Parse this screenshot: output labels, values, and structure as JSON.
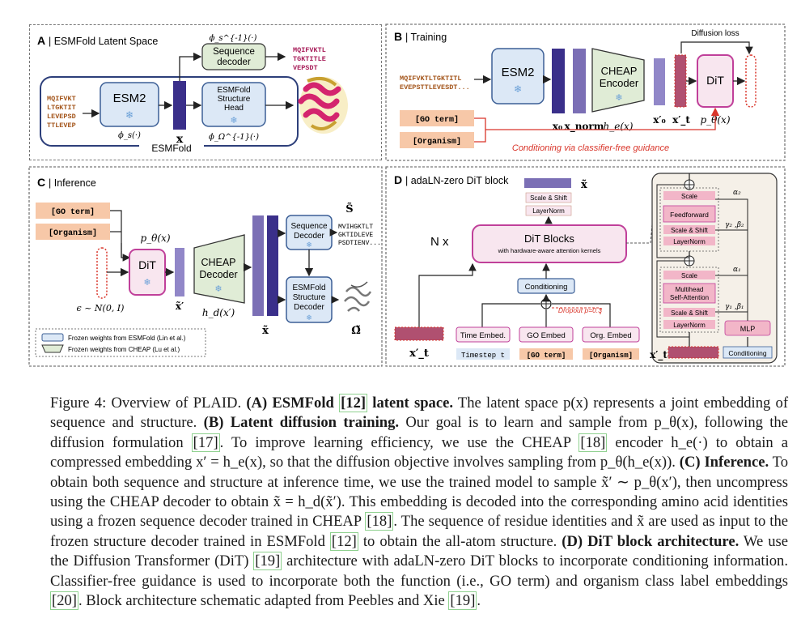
{
  "panelA": {
    "letter": "A",
    "title": "| ESMFold Latent Space",
    "seq_in": [
      "MQIFVKT",
      "LTGKTIT",
      "LEVEPSD",
      "TTLEVEP"
    ],
    "esm2": "ESM2",
    "phi_s": "ϕ_s(·)",
    "x": "x",
    "seq_decoder": "Sequence decoder",
    "phi_s_inv": "ϕ_s^{-1}(·)",
    "seq_out": [
      "MQIFVKTL",
      "TGKTITLE",
      "VEPSDT"
    ],
    "head": [
      "ESMFold",
      "Structure",
      "Head"
    ],
    "phi_omega_inv": "ϕ_Ω^{-1}(·)",
    "esmfold": "ESMFold"
  },
  "panelB": {
    "letter": "B",
    "title": "| Training",
    "seq": [
      "MQIFVKTLTGKTITL",
      "EVEPSTTLEVESDT..."
    ],
    "esm2": "ESM2",
    "x0": "x₀",
    "xnorm": "x_norm",
    "encoder": [
      "CHEAP",
      "Encoder"
    ],
    "he": "h_e(x)",
    "x0p": "x′₀",
    "xtp": "x′_t",
    "dit": "DiT",
    "ptheta": "p_θ(x)",
    "diffusion_loss": "Diffusion loss",
    "go": "[GO term]",
    "organism": "[Organism]",
    "conditioning": "Conditioning via classifier-free guidance"
  },
  "panelC": {
    "letter": "C",
    "title": "| Inference",
    "go": "[GO term]",
    "organism": "[Organism]",
    "ptheta": "p_θ(x)",
    "dit": "DiT",
    "eps": "ϵ ~ N(0, I)",
    "xtilde_p": "x̃′",
    "decoder": [
      "CHEAP",
      "Decoder"
    ],
    "hd": "h_d(x′)",
    "xtilde": "x̃",
    "seq_dec": [
      "Sequence",
      "Decoder"
    ],
    "struct_dec": [
      "ESMFold",
      "Structure",
      "Decoder"
    ],
    "s_tilde": "S̃",
    "seq_out": [
      "MVIHGKTLT",
      "GKTIDLEVE",
      "PSDTIENV..."
    ],
    "omega": "Ω̃",
    "legend1": "Frozen weights from ESMFold (Lin et al.)",
    "legend2": "Frozen weights from CHEAP (Lu et al.)"
  },
  "panelD": {
    "letter": "D",
    "title": "| adaLN-zero DiT block",
    "xtilde": "x̃",
    "scale_shift": "Scale & Shift",
    "layernorm": "LayerNorm",
    "nx": "N x",
    "dit_blocks": "DiT Blocks",
    "dit_sub": "with hardware-aware attention kernels",
    "conditioning": "Conditioning",
    "dropout": "Dropout p=0.3",
    "time_embed": "Time Embed.",
    "go_embed": "GO Embed",
    "org_embed": "Org. Embed",
    "timestep": "Timestep t",
    "go": "[GO term]",
    "organism": "[Organism]",
    "xtp": "x′_t",
    "scale": "Scale",
    "feedforward": "Feedforward",
    "mhsa": [
      "Multihead",
      "Self-Attention"
    ],
    "mlp": "MLP",
    "a2": "α₂",
    "g2b2": "γ₂ ,β₂",
    "a1": "α₁",
    "g1b1": "γ₁ ,β₁"
  },
  "caption": {
    "lead": "Figure 4: Overview of PLAID. ",
    "a_head": "(A) ESMFold ",
    "a_ref": "[12]",
    "a_head2": " latent space.",
    "a_text": " The latent space p(x) represents a joint embedding of sequence and structure. ",
    "b_head": "(B) Latent diffusion training.",
    "b_text1": " Our goal is to learn and sample from p_θ(x), following the diffusion formulation ",
    "b_ref1": "[17]",
    "b_text2": ". To improve learning efficiency, we use the CHEAP ",
    "b_ref2": "[18]",
    "b_text3": " encoder h_e(·) to obtain a compressed embedding x′ = h_e(x), so that the diffusion objective involves sampling from p_θ(h_e(x)). ",
    "c_head": "(C) Inference.",
    "c_text1": " To obtain both sequence and structure at inference time, we use the trained model to sample x̃′ ∼ p_θ(x′), then uncompress using the CHEAP decoder to obtain x̃ = h_d(x̃′). This embedding is decoded into the corresponding amino acid identities using a frozen sequence decoder trained in CHEAP ",
    "c_ref1": "[18]",
    "c_text2": ". The sequence of residue identities and x̃ are used as input to the frozen structure decoder trained in ESMFold ",
    "c_ref2": "[12]",
    "c_text3": " to obtain the all-atom structure. ",
    "d_head": "(D) DiT block architecture.",
    "d_text1": " We use the Diffusion Transformer (DiT) ",
    "d_ref1": "[19]",
    "d_text2": " architecture with adaLN-zero DiT blocks to incorporate conditioning information. Classifier-free guidance is used to incorporate both the function (i.e., GO term) and organism class label embeddings ",
    "d_ref2": "[20]",
    "d_text3": ". Block architecture schematic adapted from Peebles and Xie ",
    "d_ref3": "[19]",
    "d_text4": "."
  },
  "colors": {
    "blue_fill": "#dce8f6",
    "blue_edge": "#3c5f96",
    "purple": "#7b6fb5",
    "dark_purple": "#3a2f8a",
    "green_fill": "#e0ecd6",
    "pink_edge": "#c0409a",
    "pink_fill": "#f8e6ef",
    "salmon": "#f7c8a8",
    "red": "#d9352a",
    "seq_orange": "#a4561c",
    "seq_red": "#a81e5a"
  }
}
